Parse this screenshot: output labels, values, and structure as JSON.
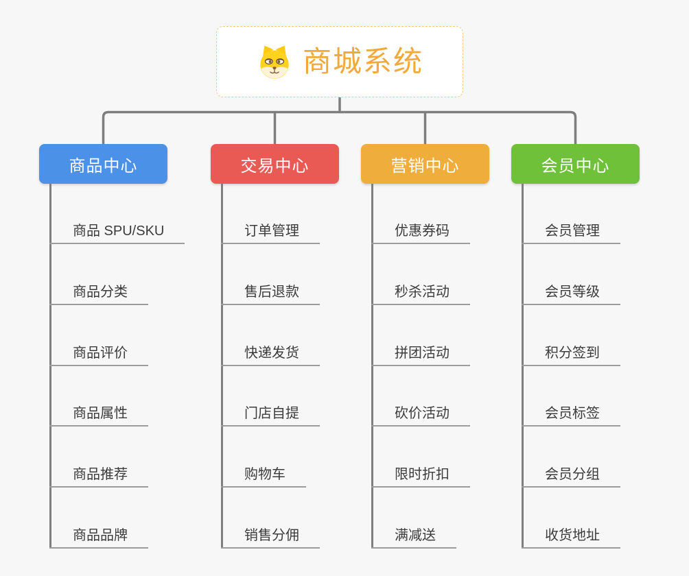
{
  "colors": {
    "background": "#f7f7f7",
    "connector": "#7e7e7e",
    "underline": "#9b9b9b",
    "leaf_text": "#3b3b3b",
    "root_bg": "#ffffff",
    "root_border": "#f7ca84",
    "root_text": "#f2a93c",
    "branch_text": "#ffffff"
  },
  "root": {
    "title": "商城系统",
    "icon": "dog-face-icon"
  },
  "branches": [
    {
      "label": "商品中心",
      "color": "#4b91e8",
      "children": [
        "商品 SPU/SKU",
        "商品分类",
        "商品评价",
        "商品属性",
        "商品推荐",
        "商品品牌"
      ]
    },
    {
      "label": "交易中心",
      "color": "#ea5a55",
      "children": [
        "订单管理",
        "售后退款",
        "快递发货",
        "门店自提",
        "购物车",
        "销售分佣"
      ]
    },
    {
      "label": "营销中心",
      "color": "#efad3b",
      "children": [
        "优惠券码",
        "秒杀活动",
        "拼团活动",
        "砍价活动",
        "限时折扣",
        "满减送"
      ]
    },
    {
      "label": "会员中心",
      "color": "#6fc13a",
      "children": [
        "会员管理",
        "会员等级",
        "积分签到",
        "会员标签",
        "会员分组",
        "收货地址"
      ]
    }
  ]
}
